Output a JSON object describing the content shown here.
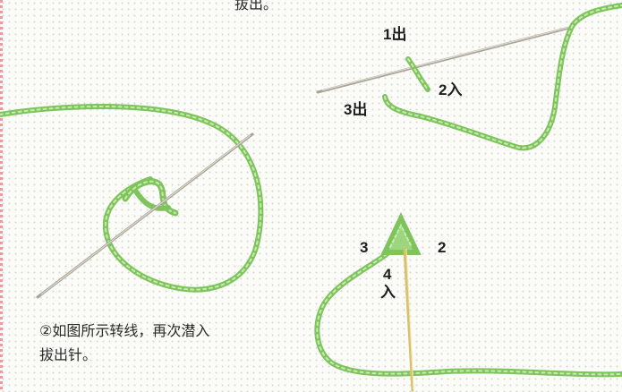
{
  "top_text": "拔出。",
  "caption": {
    "line1": "②如图所示转线，再次潜入",
    "line2": "拔出针。"
  },
  "labels": {
    "exit1": "1出",
    "enter2": "2入",
    "exit3": "3出",
    "point3": "3",
    "point2": "2",
    "point4": "4",
    "enter4": "入"
  },
  "colors": {
    "thread": "#8ccf6a",
    "needle": "#b9b4a8",
    "text": "#1e1e1e"
  }
}
